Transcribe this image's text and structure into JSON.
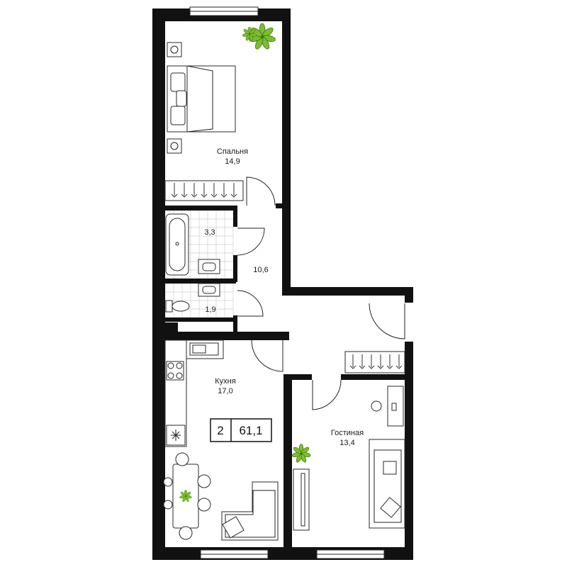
{
  "rooms": {
    "bedroom": {
      "name": "Спальня",
      "area": "14,9"
    },
    "bathroom": {
      "area": "3,3"
    },
    "hall": {
      "area": "10,6"
    },
    "toilet": {
      "area": "1,9"
    },
    "kitchen": {
      "name": "Кухня",
      "area": "17,0"
    },
    "living": {
      "name": "Гостиная",
      "area": "13,4"
    }
  },
  "summary": {
    "rooms_count": "2",
    "total_area": "61,1"
  },
  "colors": {
    "wall": "#111111",
    "plant": "#7bbf2e",
    "line": "#222222"
  }
}
